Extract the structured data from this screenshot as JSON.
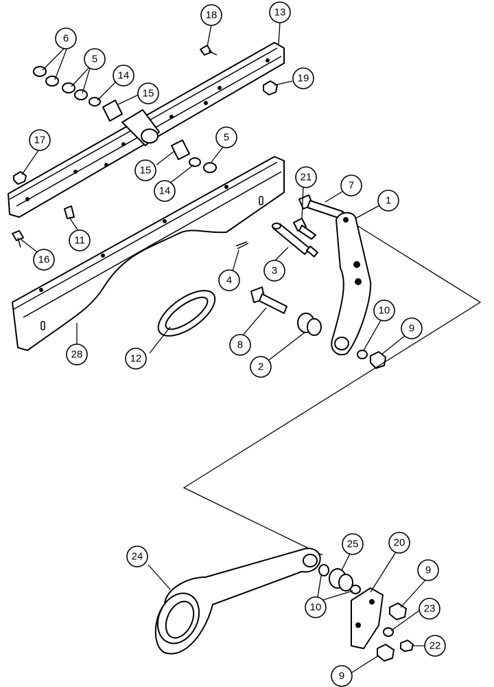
{
  "callouts": [
    {
      "id": "c1",
      "label": "1"
    },
    {
      "id": "c2",
      "label": "2"
    },
    {
      "id": "c3",
      "label": "3"
    },
    {
      "id": "c4",
      "label": "4"
    },
    {
      "id": "c5a",
      "label": "5"
    },
    {
      "id": "c5b",
      "label": "5"
    },
    {
      "id": "c6",
      "label": "6"
    },
    {
      "id": "c7",
      "label": "7"
    },
    {
      "id": "c8",
      "label": "8"
    },
    {
      "id": "c9a",
      "label": "9"
    },
    {
      "id": "c9b",
      "label": "9"
    },
    {
      "id": "c9c",
      "label": "9"
    },
    {
      "id": "c10a",
      "label": "10"
    },
    {
      "id": "c10b",
      "label": "10"
    },
    {
      "id": "c11",
      "label": "11"
    },
    {
      "id": "c12",
      "label": "12"
    },
    {
      "id": "c13",
      "label": "13"
    },
    {
      "id": "c14a",
      "label": "14"
    },
    {
      "id": "c14b",
      "label": "14"
    },
    {
      "id": "c15a",
      "label": "15"
    },
    {
      "id": "c15b",
      "label": "15"
    },
    {
      "id": "c16",
      "label": "16"
    },
    {
      "id": "c17",
      "label": "17"
    },
    {
      "id": "c18",
      "label": "18"
    },
    {
      "id": "c19",
      "label": "19"
    },
    {
      "id": "c20",
      "label": "20"
    },
    {
      "id": "c21",
      "label": "21"
    },
    {
      "id": "c22",
      "label": "22"
    },
    {
      "id": "c23",
      "label": "23"
    },
    {
      "id": "c24",
      "label": "24"
    },
    {
      "id": "c25",
      "label": "25"
    },
    {
      "id": "c28",
      "label": "28"
    }
  ]
}
